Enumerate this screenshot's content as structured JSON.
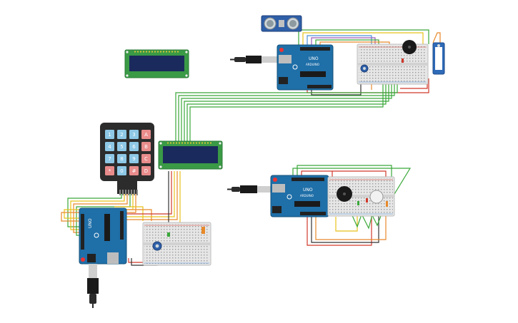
{
  "colors": {
    "background": "#ffffff",
    "arduino_board": "#1f6fa8",
    "arduino_dark": "#15507a",
    "lcd_frame": "#3a9a46",
    "lcd_screen": "#1b2a5c",
    "keypad_body": "#2c2c2c",
    "key_blue": "#8ec8e6",
    "key_red": "#e98c8c",
    "breadboard": "#e6e6e6",
    "wire_green": "#3aa83a",
    "wire_yellow": "#e8c21a",
    "wire_orange": "#e8892a",
    "wire_red": "#d0392b",
    "wire_blue": "#4a90d9",
    "wire_black": "#333333",
    "wire_purple": "#9b59b6",
    "sensor_blue": "#2e5fa8",
    "buzzer": "#1a1a1a",
    "servo": "#2e6ab8"
  },
  "keypad": {
    "keys": [
      "1",
      "2",
      "3",
      "A",
      "4",
      "5",
      "6",
      "B",
      "7",
      "8",
      "9",
      "C",
      "*",
      "0",
      "#",
      "D"
    ]
  },
  "board_labels": {
    "uno": "UNO",
    "arduino": "ARDUINO"
  },
  "icons": [
    "arduino-uno-icon",
    "usb-cable-icon",
    "lcd-display-icon",
    "keypad-icon",
    "breadboard-icon",
    "ultrasonic-sensor-icon",
    "buzzer-icon",
    "servo-icon",
    "potentiometer-icon",
    "led-icon"
  ]
}
